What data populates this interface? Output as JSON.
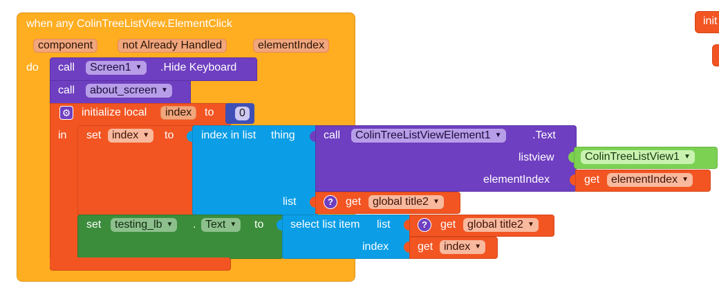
{
  "event": {
    "title": "when any ColinTreeListView.ElementClick",
    "params": [
      "component",
      "not Already Handled",
      "elementIndex"
    ],
    "do_label": "do"
  },
  "hide_keyboard": {
    "call_label": "call",
    "component": "Screen1",
    "method": ".Hide Keyboard"
  },
  "about_call": {
    "call_label": "call",
    "procedure": "about_screen"
  },
  "init_local": {
    "label": "initialize local",
    "var_name": "index",
    "to_label": "to",
    "value": "0",
    "in_label": "in"
  },
  "set_index": {
    "set_label": "set",
    "var": "index",
    "to_label": "to"
  },
  "index_in_list": {
    "label": "index in list",
    "thing_label": "thing",
    "list_label": "list"
  },
  "call_text": {
    "call_label": "call",
    "component": "ColinTreeListViewElement1",
    "property": ".Text",
    "listview_label": "listview",
    "listview_value": "ColinTreeListView1",
    "elementindex_label": "elementIndex",
    "get_label": "get",
    "get_value": "elementIndex"
  },
  "get_global1": {
    "get_label": "get",
    "value": "global title2"
  },
  "set_testing": {
    "set_label": "set",
    "component": "testing_lb",
    "dot": ".",
    "property": "Text",
    "to_label": "to"
  },
  "select_list": {
    "label": "select list item",
    "list_label": "list",
    "get_label": "get",
    "list_value": "global title2",
    "index_label": "index",
    "index_value": "index"
  },
  "side": {
    "partial_label": "init"
  }
}
